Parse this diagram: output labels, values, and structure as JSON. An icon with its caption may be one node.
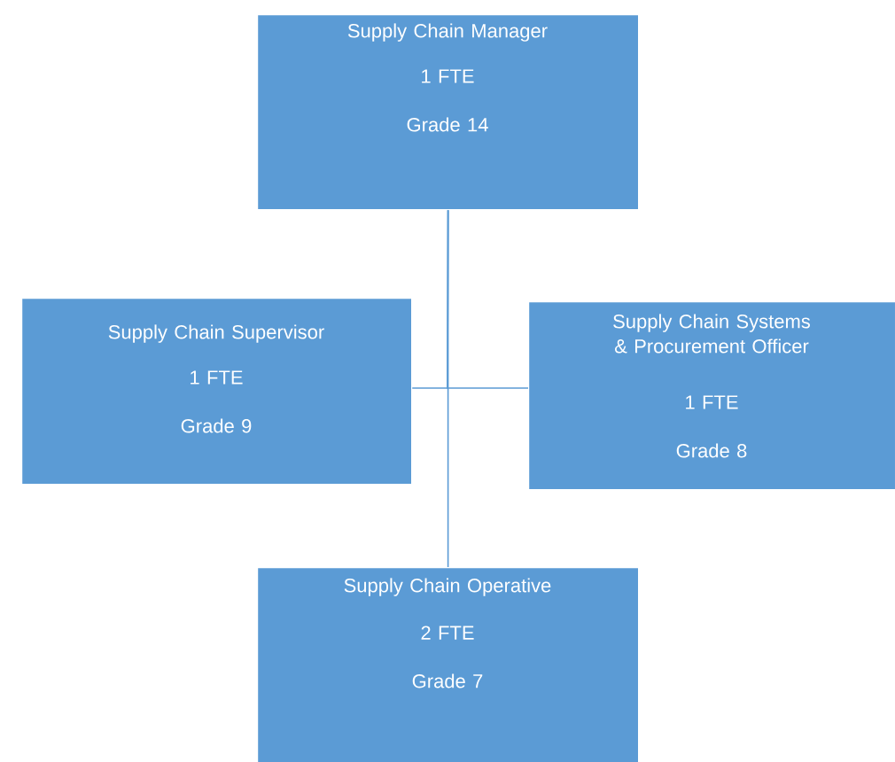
{
  "diagram": {
    "nodes": [
      {
        "text": [
          "Supply Chain Manager",
          "1 FTE",
          "Grade 14"
        ]
      },
      {
        "text": [
          "Supply Chain Supervisor",
          "1 FTE",
          "Grade 9"
        ]
      },
      {
        "text": [
          "Supply Chain Systems & Procurement Officer",
          "1 FTE",
          "Grade 8"
        ]
      },
      {
        "text": [
          "Supply Chain Operative",
          "2 FTE",
          "Grade 7"
        ]
      }
    ],
    "edges": [
      {
        "from": 0,
        "to": 1,
        "arrow": "none"
      },
      {
        "from": 0,
        "to": 2,
        "arrow": "none"
      },
      {
        "from": 0,
        "to": 3,
        "arrow": "none"
      }
    ]
  }
}
